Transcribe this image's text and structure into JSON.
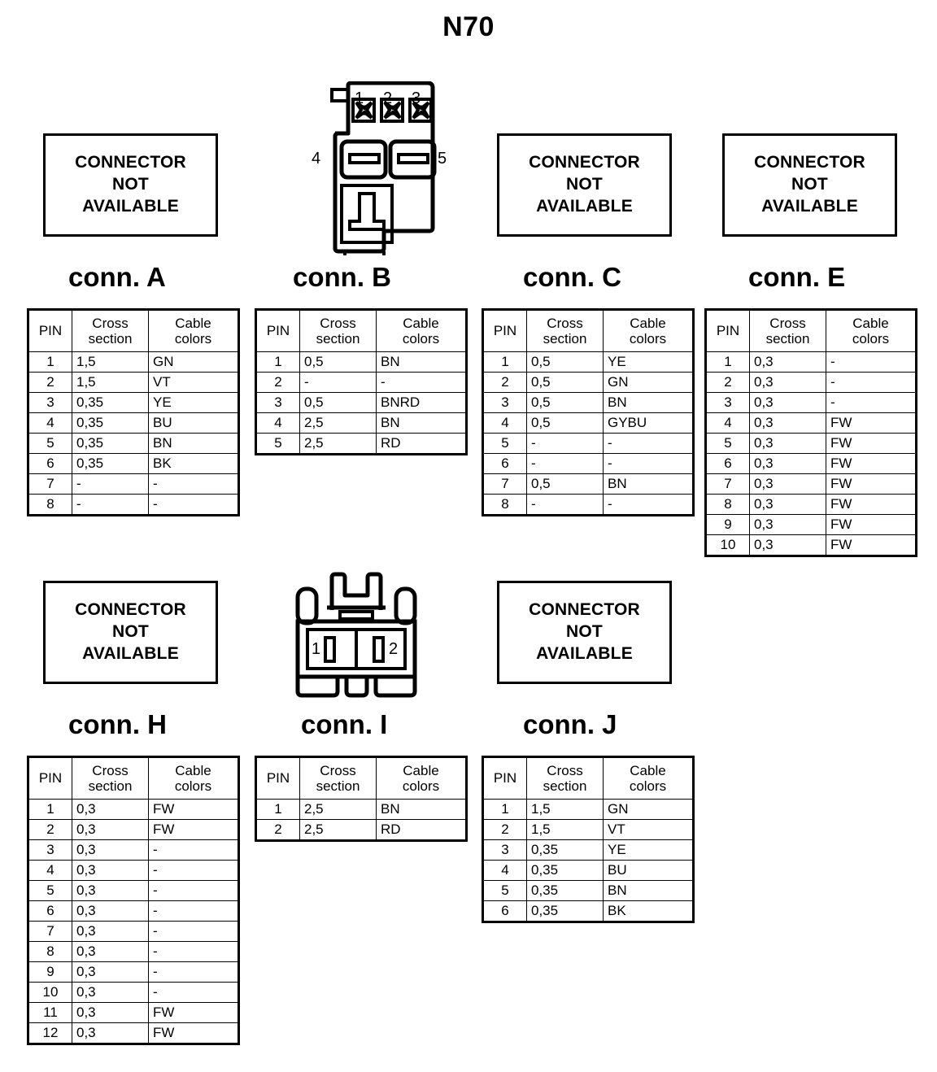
{
  "title": "N70",
  "labels": {
    "not_available_line1": "CONNECTOR",
    "not_available_line2": "NOT",
    "not_available_line3": "AVAILABLE",
    "header_pin": "PIN",
    "header_cross_l1": "Cross",
    "header_cross_l2": "section",
    "header_colors_l1": "Cable",
    "header_colors_l2": "colors"
  },
  "connectors": [
    {
      "id": "A",
      "caption": "conn. A",
      "drawing": "not-available",
      "rows": [
        {
          "pin": "1",
          "cross": "1,5",
          "colors": "GN"
        },
        {
          "pin": "2",
          "cross": "1,5",
          "colors": "VT"
        },
        {
          "pin": "3",
          "cross": "0,35",
          "colors": "YE"
        },
        {
          "pin": "4",
          "cross": "0,35",
          "colors": "BU"
        },
        {
          "pin": "5",
          "cross": "0,35",
          "colors": "BN"
        },
        {
          "pin": "6",
          "cross": "0,35",
          "colors": "BK"
        },
        {
          "pin": "7",
          "cross": "-",
          "colors": "-"
        },
        {
          "pin": "8",
          "cross": "-",
          "colors": "-"
        }
      ]
    },
    {
      "id": "B",
      "caption": "conn. B",
      "drawing": "connector-b",
      "pin_labels": [
        "1",
        "2",
        "3",
        "4",
        "5"
      ],
      "rows": [
        {
          "pin": "1",
          "cross": "0,5",
          "colors": "BN"
        },
        {
          "pin": "2",
          "cross": "-",
          "colors": "-"
        },
        {
          "pin": "3",
          "cross": "0,5",
          "colors": "BNRD"
        },
        {
          "pin": "4",
          "cross": "2,5",
          "colors": "BN"
        },
        {
          "pin": "5",
          "cross": "2,5",
          "colors": "RD"
        }
      ]
    },
    {
      "id": "C",
      "caption": "conn. C",
      "drawing": "not-available",
      "rows": [
        {
          "pin": "1",
          "cross": "0,5",
          "colors": "YE"
        },
        {
          "pin": "2",
          "cross": "0,5",
          "colors": "GN"
        },
        {
          "pin": "3",
          "cross": "0,5",
          "colors": "BN"
        },
        {
          "pin": "4",
          "cross": "0,5",
          "colors": "GYBU"
        },
        {
          "pin": "5",
          "cross": "-",
          "colors": "-"
        },
        {
          "pin": "6",
          "cross": "-",
          "colors": "-"
        },
        {
          "pin": "7",
          "cross": "0,5",
          "colors": "BN"
        },
        {
          "pin": "8",
          "cross": "-",
          "colors": "-"
        }
      ]
    },
    {
      "id": "E",
      "caption": "conn. E",
      "drawing": "not-available",
      "rows": [
        {
          "pin": "1",
          "cross": "0,3",
          "colors": "-"
        },
        {
          "pin": "2",
          "cross": "0,3",
          "colors": "-"
        },
        {
          "pin": "3",
          "cross": "0,3",
          "colors": "-"
        },
        {
          "pin": "4",
          "cross": "0,3",
          "colors": "FW"
        },
        {
          "pin": "5",
          "cross": "0,3",
          "colors": "FW"
        },
        {
          "pin": "6",
          "cross": "0,3",
          "colors": "FW"
        },
        {
          "pin": "7",
          "cross": "0,3",
          "colors": "FW"
        },
        {
          "pin": "8",
          "cross": "0,3",
          "colors": "FW"
        },
        {
          "pin": "9",
          "cross": "0,3",
          "colors": "FW"
        },
        {
          "pin": "10",
          "cross": "0,3",
          "colors": "FW"
        }
      ]
    },
    {
      "id": "H",
      "caption": "conn. H",
      "drawing": "not-available",
      "rows": [
        {
          "pin": "1",
          "cross": "0,3",
          "colors": "FW"
        },
        {
          "pin": "2",
          "cross": "0,3",
          "colors": "FW"
        },
        {
          "pin": "3",
          "cross": "0,3",
          "colors": "-"
        },
        {
          "pin": "4",
          "cross": "0,3",
          "colors": "-"
        },
        {
          "pin": "5",
          "cross": "0,3",
          "colors": "-"
        },
        {
          "pin": "6",
          "cross": "0,3",
          "colors": "-"
        },
        {
          "pin": "7",
          "cross": "0,3",
          "colors": "-"
        },
        {
          "pin": "8",
          "cross": "0,3",
          "colors": "-"
        },
        {
          "pin": "9",
          "cross": "0,3",
          "colors": "-"
        },
        {
          "pin": "10",
          "cross": "0,3",
          "colors": "-"
        },
        {
          "pin": "11",
          "cross": "0,3",
          "colors": "FW"
        },
        {
          "pin": "12",
          "cross": "0,3",
          "colors": "FW"
        }
      ]
    },
    {
      "id": "I",
      "caption": "conn. I",
      "drawing": "connector-i",
      "pin_labels": [
        "1",
        "2"
      ],
      "rows": [
        {
          "pin": "1",
          "cross": "2,5",
          "colors": "BN"
        },
        {
          "pin": "2",
          "cross": "2,5",
          "colors": "RD"
        }
      ]
    },
    {
      "id": "J",
      "caption": "conn. J",
      "drawing": "not-available",
      "rows": [
        {
          "pin": "1",
          "cross": "1,5",
          "colors": "GN"
        },
        {
          "pin": "2",
          "cross": "1,5",
          "colors": "VT"
        },
        {
          "pin": "3",
          "cross": "0,35",
          "colors": "YE"
        },
        {
          "pin": "4",
          "cross": "0,35",
          "colors": "BU"
        },
        {
          "pin": "5",
          "cross": "0,35",
          "colors": "BN"
        },
        {
          "pin": "6",
          "cross": "0,35",
          "colors": "BK"
        }
      ]
    }
  ]
}
